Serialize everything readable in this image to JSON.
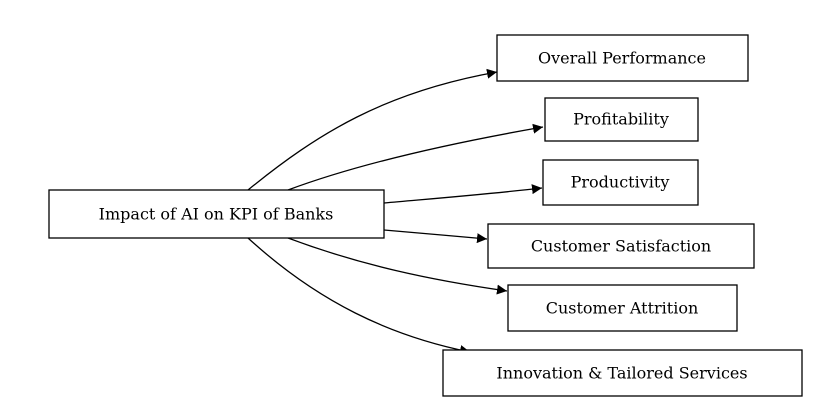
{
  "diagram": {
    "source": {
      "label": "Impact of AI on KPI of Banks"
    },
    "targets": [
      {
        "label": "Overall Performance"
      },
      {
        "label": "Profitability"
      },
      {
        "label": "Productivity"
      },
      {
        "label": "Customer Satisfaction"
      },
      {
        "label": "Customer Attrition"
      },
      {
        "label": "Innovation & Tailored Services"
      }
    ],
    "edges": [
      {
        "from": "source",
        "to": 0
      },
      {
        "from": "source",
        "to": 1
      },
      {
        "from": "source",
        "to": 2
      },
      {
        "from": "source",
        "to": 3
      },
      {
        "from": "source",
        "to": 4
      },
      {
        "from": "source",
        "to": 5
      }
    ]
  }
}
